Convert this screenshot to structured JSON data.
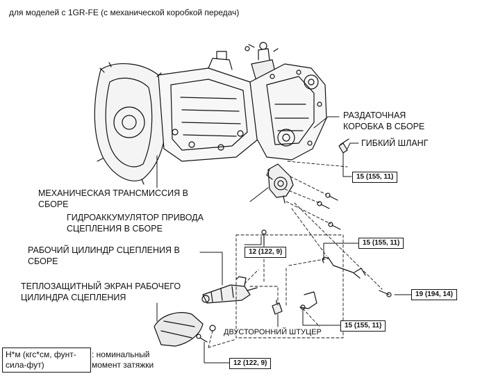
{
  "header": "для моделей с 1GR-FE (с механической коробкой передач)",
  "labels": {
    "transfer_line1": "РАЗДАТОЧНАЯ",
    "transfer_line2": "КОРОБКА В СБОРЕ",
    "hose": "ГИБКИЙ ШЛАНГ",
    "transmission_line1": "МЕХАНИЧЕСКАЯ ТРАНСМИССИЯ В",
    "transmission_line2": "СБОРЕ",
    "accumulator_line1": "ГИДРОАККУМУЛЯТОР ПРИВОДА",
    "accumulator_line2": "СЦЕПЛЕНИЯ В СБОРЕ",
    "cylinder_line1": "РАБОЧИЙ ЦИЛИНДР СЦЕПЛЕНИЯ В",
    "cylinder_line2": "СБОРЕ",
    "shield_line1": "ТЕПЛОЗАЩИТНЫЙ ЭКРАН РАБОЧЕГО",
    "shield_line2": "ЦИЛИНДРА СЦЕПЛЕНИЯ",
    "union": "ДВУСТОРОННИЙ ШТУЦЕР"
  },
  "torques": {
    "t1": "15 (155, 11)",
    "t2": "12 (122, 9)",
    "t3": "15 (155, 11)",
    "t4": "19 (194, 14)",
    "t5": "15 (155, 11)",
    "t6": "12 (122, 9)"
  },
  "legend": {
    "unit_line1": "Н*м (кгс*см, фунт-",
    "unit_line2": "сила-фут)",
    "desc_line1": ": номинальный",
    "desc_line2": "момент затяжки"
  }
}
